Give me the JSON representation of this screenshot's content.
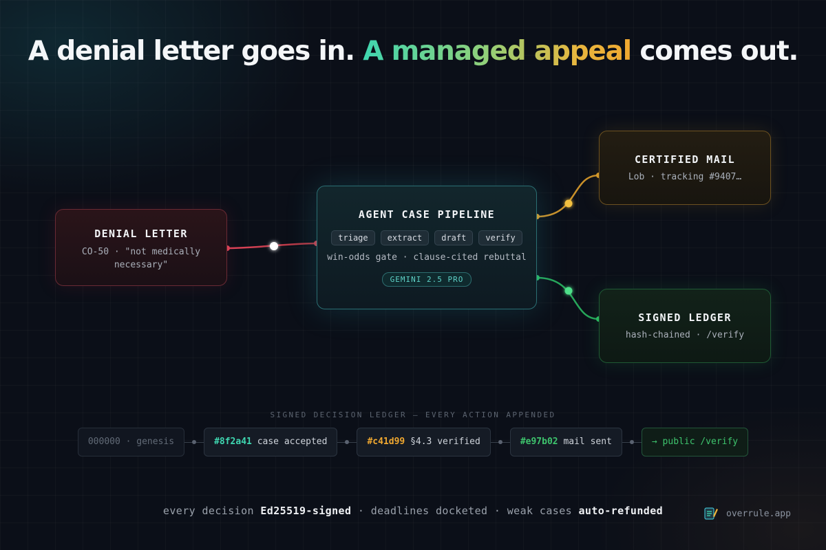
{
  "headline": {
    "prefix": "A denial letter goes in. ",
    "highlight": "A managed appeal",
    "suffix": " comes out."
  },
  "diagram": {
    "denial": {
      "title": "DENIAL LETTER",
      "subtitle": "CO-50 · \"not medically necessary\""
    },
    "pipeline": {
      "title": "AGENT CASE PIPELINE",
      "steps": [
        "triage",
        "extract",
        "draft",
        "verify"
      ],
      "subtitle": "win-odds gate · clause-cited rebuttal",
      "model": "GEMINI 2.5 PRO"
    },
    "mail": {
      "title": "CERTIFIED MAIL",
      "subtitle": "Lob · tracking #9407…"
    },
    "ledger": {
      "title": "SIGNED LEDGER",
      "subtitle": "hash-chained · /verify"
    }
  },
  "ledger_chain": {
    "caption": "SIGNED DECISION LEDGER — EVERY ACTION APPENDED",
    "genesis": "000000 · genesis",
    "entries": [
      {
        "hash": "#8f2a41",
        "label": " case accepted",
        "color": "#3fd6b0"
      },
      {
        "hash": "#c41d99",
        "label": " §4.3 verified",
        "color": "#f0a830"
      },
      {
        "hash": "#e97b02",
        "label": " mail sent",
        "color": "#3ec46d"
      }
    ],
    "verify_link": "→ public /verify"
  },
  "footer": {
    "p1": "every decision ",
    "b1": "Ed25519-signed",
    "p2": " · deadlines docketed · weak cases ",
    "b2": "auto-refunded"
  },
  "brand": {
    "name": "overrule.app",
    "icon": "notepad-pen-icon"
  },
  "colors": {
    "denial": "#e0455a",
    "pipeline": "#3fc9c9",
    "mail": "#f0b43a",
    "ledger": "#3fd67a"
  }
}
